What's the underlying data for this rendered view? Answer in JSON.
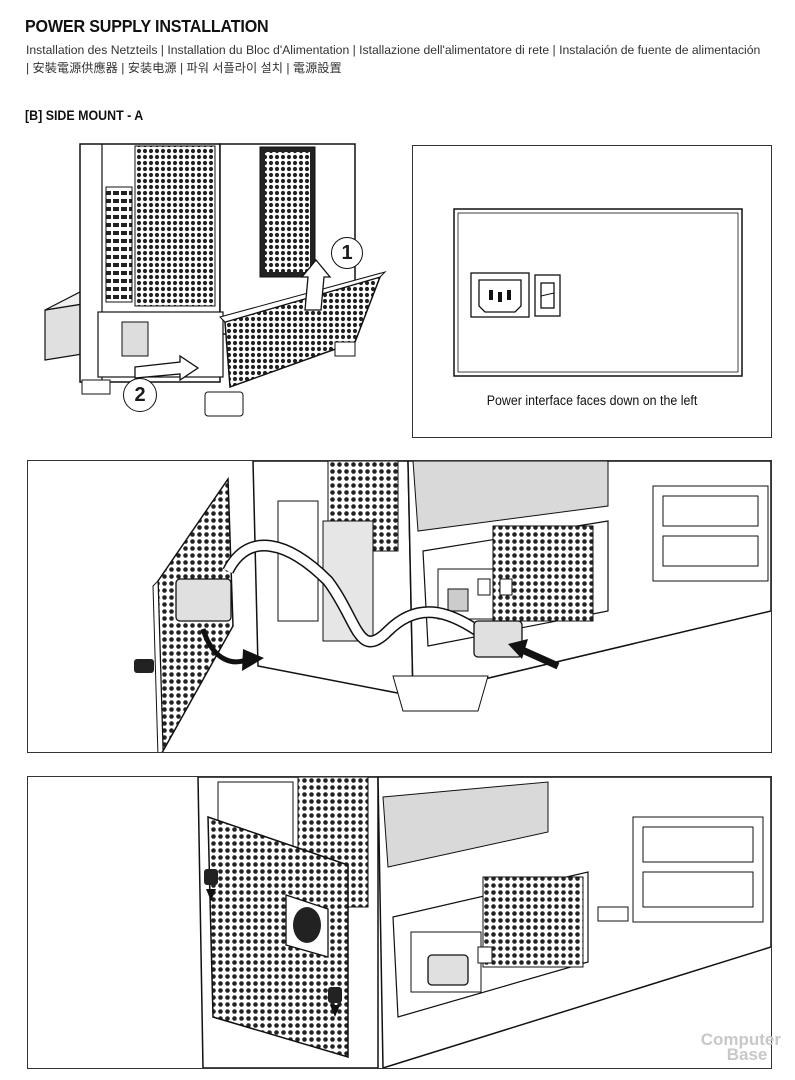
{
  "header": {
    "title": "POWER SUPPLY INSTALLATION",
    "subtitle": "Installation des Netzteils | Installation du Bloc d'Alimentation | Istallazione dell'alimentatore di rete | Instalación de fuente de alimentación | 安裝電源供應器 | 安装电源 | 파워 서플라이 설치 | 電源設置"
  },
  "section": {
    "label": "[B] SIDE MOUNT - A"
  },
  "figure1": {
    "step1": "1",
    "step2": "2"
  },
  "figure2": {
    "caption": "Power interface faces down on the left"
  },
  "watermark": {
    "line1": "Computer",
    "line2": "Base"
  },
  "colors": {
    "line": "#1a1a1a",
    "mesh": "#222222",
    "psu_fill": "#d9d9d9",
    "background": "#ffffff"
  }
}
